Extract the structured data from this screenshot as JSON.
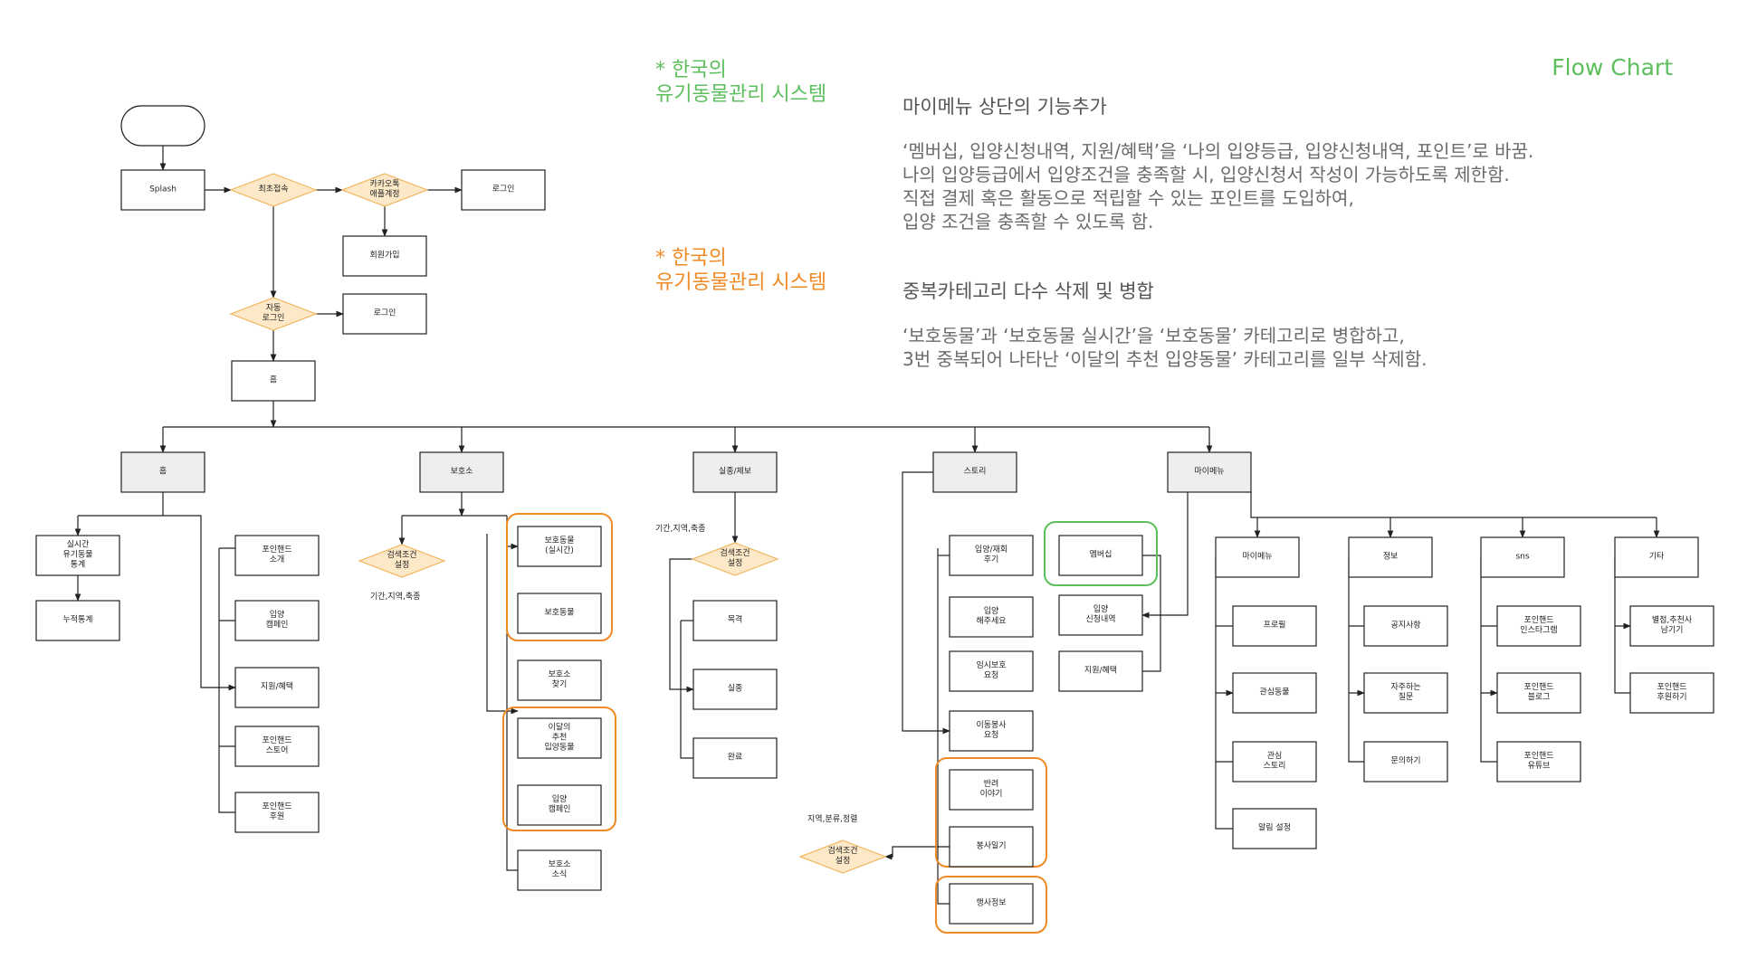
{
  "title": "Flow Chart",
  "legend": {
    "green": "* 한국의\n유기동물관리 시스템",
    "orange": "* 한국의\n유기동물관리 시스템"
  },
  "panel": {
    "section1_title": "마이메뉴 상단의 기능추가",
    "section1_body": "‘멤버십, 입양신청내역, 지원/혜택’을 ‘나의 입양등급, 입양신청내역, 포인트’로 바꿈.\n나의 입양등급에서 입양조건을 충족할 시, 입양신청서 작성이 가능하도록 제한함.\n직접 결제 혹은 활동으로 적립할 수 있는 포인트를 도입하여,\n입양 조건을 충족할 수 있도록 함.",
    "section2_title": "중복카테고리 다수 삭제 및 병합",
    "section2_body": "‘보호동물’과 ‘보호동물 실시간’을 ‘보호동물’ 카테고리로 병합하고,\n3번 중복되어 나타난 ‘이달의 추천 입양동물’ 카테고리를 일부 삭제함."
  },
  "colors": {
    "green": "#5cbf5c",
    "orange": "#f08a24",
    "diamond_fill": "#fde9c8",
    "diamond_stroke": "#f0b35a",
    "header_fill": "#eeeeee",
    "line": "#222222"
  },
  "nodes": [
    {
      "id": "start",
      "shape": "terminal",
      "label": ""
    },
    {
      "id": "splash",
      "shape": "box",
      "label": "Splash"
    },
    {
      "id": "first-access",
      "shape": "diamond",
      "label": "최초접속"
    },
    {
      "id": "kakao",
      "shape": "diamond",
      "label": "카카오톡\n애플계정"
    },
    {
      "id": "login1",
      "shape": "box",
      "label": "로그인"
    },
    {
      "id": "signup",
      "shape": "box",
      "label": "회원가입"
    },
    {
      "id": "auto-login",
      "shape": "diamond",
      "label": "자동\n로그인"
    },
    {
      "id": "login2",
      "shape": "box",
      "label": "로그인"
    },
    {
      "id": "home",
      "shape": "box",
      "label": "홈"
    },
    {
      "id": "h-home",
      "shape": "header",
      "label": "홈"
    },
    {
      "id": "h-shelter",
      "shape": "header",
      "label": "보호소"
    },
    {
      "id": "h-missing",
      "shape": "header",
      "label": "실종/제보"
    },
    {
      "id": "h-story",
      "shape": "header",
      "label": "스토리"
    },
    {
      "id": "h-mymenu",
      "shape": "header",
      "label": "마이메뉴"
    },
    {
      "id": "realtime-stats",
      "shape": "box",
      "label": "실시간\n유기동물\n통계"
    },
    {
      "id": "cumulative-stats",
      "shape": "box",
      "label": "누적통계"
    },
    {
      "id": "ph-intro",
      "shape": "box",
      "label": "포인핸드\n소개"
    },
    {
      "id": "adopt-campaign1",
      "shape": "box",
      "label": "입양\n캠페인"
    },
    {
      "id": "support-benefit1",
      "shape": "box",
      "label": "지원/혜택"
    },
    {
      "id": "ph-store",
      "shape": "box",
      "label": "포인핸드\n스토어"
    },
    {
      "id": "ph-sponsor",
      "shape": "box",
      "label": "포인핸드\n후원"
    },
    {
      "id": "search-cond1",
      "shape": "diamond",
      "label": "검색조건\n설정"
    },
    {
      "id": "protected-realtime",
      "shape": "box",
      "label": "보호동물\n(실시간)"
    },
    {
      "id": "protected",
      "shape": "box",
      "label": "보호동물"
    },
    {
      "id": "find-shelter",
      "shape": "box",
      "label": "보호소\n찾기"
    },
    {
      "id": "month-recommend",
      "shape": "box",
      "label": "이달의\n추천\n입양동물"
    },
    {
      "id": "adopt-campaign2",
      "shape": "box",
      "label": "입양\n캠페인"
    },
    {
      "id": "shelter-news",
      "shape": "box",
      "label": "보호소\n소식"
    },
    {
      "id": "search-cond2",
      "shape": "diamond",
      "label": "검색조건\n설정"
    },
    {
      "id": "witness",
      "shape": "box",
      "label": "목격"
    },
    {
      "id": "missing",
      "shape": "box",
      "label": "실종"
    },
    {
      "id": "complete",
      "shape": "box",
      "label": "완료"
    },
    {
      "id": "adopt-review",
      "shape": "box",
      "label": "입양/재회\n후기"
    },
    {
      "id": "adopt-please",
      "shape": "box",
      "label": "입양\n해주세요"
    },
    {
      "id": "temp-protect",
      "shape": "box",
      "label": "임시보호\n요청"
    },
    {
      "id": "transport-volunteer",
      "shape": "box",
      "label": "이동봉사\n요청"
    },
    {
      "id": "companion-story",
      "shape": "box",
      "label": "반려\n이야기"
    },
    {
      "id": "volunteer-diary",
      "shape": "box",
      "label": "봉사일기"
    },
    {
      "id": "event-info",
      "shape": "box",
      "label": "행사정보"
    },
    {
      "id": "search-cond3",
      "shape": "diamond",
      "label": "검색조건\n설정"
    },
    {
      "id": "membership",
      "shape": "box",
      "label": "멤버십"
    },
    {
      "id": "adopt-application",
      "shape": "box",
      "label": "입양\n신청내역"
    },
    {
      "id": "support-benefit2",
      "shape": "box",
      "label": "지원/혜택"
    },
    {
      "id": "mymenu-sub",
      "shape": "box",
      "label": "마이메뉴"
    },
    {
      "id": "info",
      "shape": "box",
      "label": "정보"
    },
    {
      "id": "sns",
      "shape": "box",
      "label": "sns"
    },
    {
      "id": "etc",
      "shape": "box",
      "label": "기타"
    },
    {
      "id": "profile",
      "shape": "box",
      "label": "프로필"
    },
    {
      "id": "interest-animals",
      "shape": "box",
      "label": "관심동물"
    },
    {
      "id": "interest-story",
      "shape": "box",
      "label": "관심\n스토리"
    },
    {
      "id": "notification-settings",
      "shape": "box",
      "label": "알림 설정"
    },
    {
      "id": "notice",
      "shape": "box",
      "label": "공지사항"
    },
    {
      "id": "faq",
      "shape": "box",
      "label": "자주하는\n질문"
    },
    {
      "id": "inquiry",
      "shape": "box",
      "label": "문의하기"
    },
    {
      "id": "ph-instagram",
      "shape": "box",
      "label": "포인핸드\n인스타그램"
    },
    {
      "id": "ph-blog",
      "shape": "box",
      "label": "포인핸드\n블로그"
    },
    {
      "id": "ph-youtube",
      "shape": "box",
      "label": "포인핸드\n유튜브"
    },
    {
      "id": "review-recommend",
      "shape": "box",
      "label": "별점,추천사\n남기기"
    },
    {
      "id": "ph-sponsor2",
      "shape": "box",
      "label": "포인핸드\n후원하기"
    }
  ],
  "notes": {
    "missing_filter": "기간,지역,축종",
    "shelter_filter": "기간,지역,축종",
    "story_filter": "지역,분류,정렬"
  }
}
